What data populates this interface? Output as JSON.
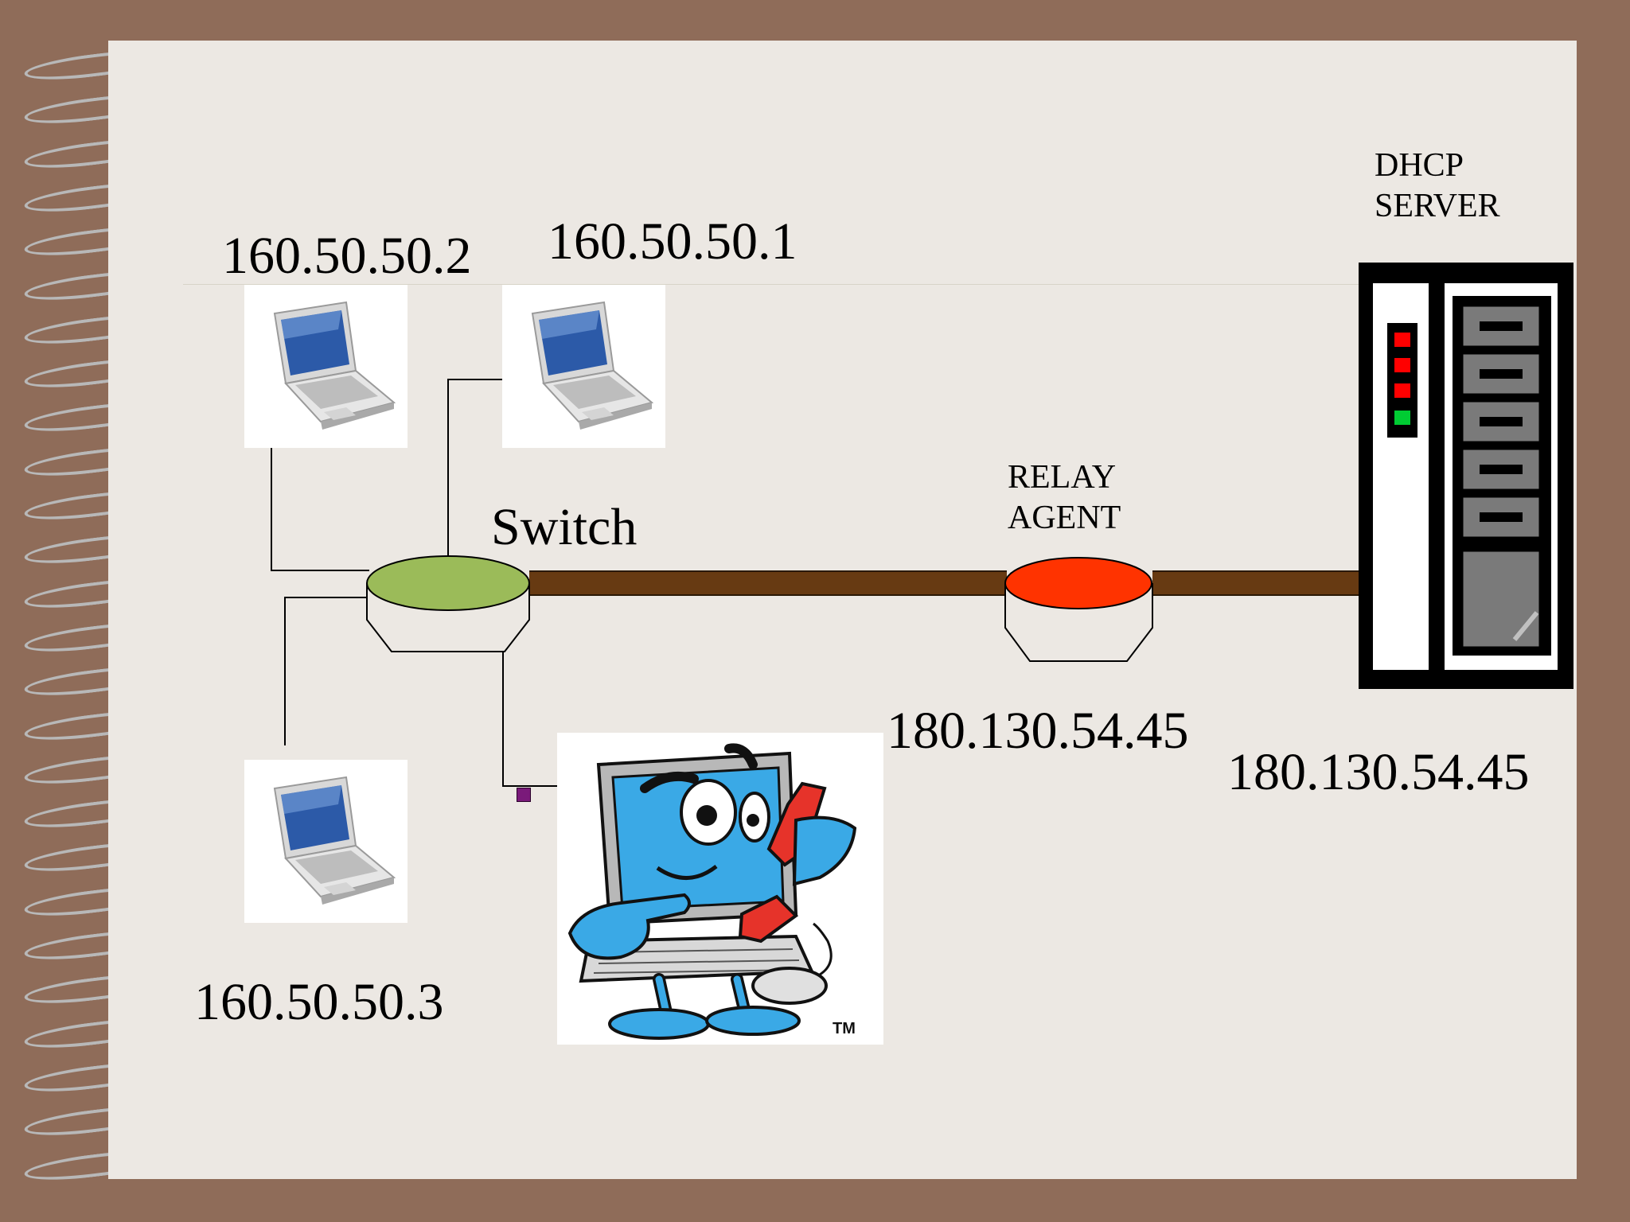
{
  "diagram": {
    "nodes": {
      "laptop_1": {
        "ip": "160.50.50.2"
      },
      "laptop_2": {
        "ip": "160.50.50.1"
      },
      "laptop_3": {
        "ip": "160.50.50.3"
      },
      "switch": {
        "label": "Switch"
      },
      "relay_agent": {
        "label_line1": "RELAY",
        "label_line2": "AGENT",
        "ip": "180.130.54.45"
      },
      "dhcp_server": {
        "label_line1": "DHCP",
        "label_line2": "SERVER",
        "ip": "180.130.54.45"
      }
    },
    "mascot_trademark": "TM",
    "colors": {
      "switch": "#9bbb59",
      "relay": "#ff3300",
      "link": "#673a12",
      "paper": "#ece8e3",
      "background": "#8f6c59"
    }
  }
}
